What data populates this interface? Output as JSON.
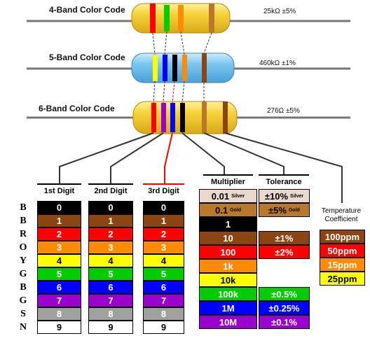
{
  "diagram": {
    "bands": [
      {
        "title": "4-Band Color Code",
        "value": "25kΩ  ±5%"
      },
      {
        "title": "5-Band Color Code",
        "value": "460kΩ  ±1%"
      },
      {
        "title": "6-Band Color Code",
        "value": "276Ω  ±5%"
      }
    ]
  },
  "letters": [
    "B",
    "B",
    "R",
    "O",
    "Y",
    "G",
    "B",
    "G",
    "S",
    "N"
  ],
  "colors": {
    "black": "#000000",
    "brown": "#8b4513",
    "red": "#ff0000",
    "orange": "#ff8c00",
    "yellow": "#ffff00",
    "green": "#00cc00",
    "blue": "#0000ff",
    "violet": "#9900cc",
    "grey": "#a0a0a0",
    "white": "#ffffff",
    "silver": "#e8d8d0",
    "gold": "#b87a2a"
  },
  "digit_columns": [
    {
      "header": "1st Digit"
    },
    {
      "header": "2nd Digit"
    },
    {
      "header": "3rd Digit"
    }
  ],
  "digits": [
    {
      "label": "0",
      "color": "#000000",
      "text_color": "#ffffff"
    },
    {
      "label": "1",
      "color": "#8b4513",
      "text_color": "#ffffff"
    },
    {
      "label": "2",
      "color": "#ff0000",
      "text_color": "#ffffff"
    },
    {
      "label": "3",
      "color": "#ff8c00",
      "text_color": "#ffffff"
    },
    {
      "label": "4",
      "color": "#ffff00",
      "text_color": "#000000"
    },
    {
      "label": "5",
      "color": "#00cc00",
      "text_color": "#ffffff"
    },
    {
      "label": "6",
      "color": "#0000ff",
      "text_color": "#ffffff"
    },
    {
      "label": "7",
      "color": "#9900cc",
      "text_color": "#ffffff"
    },
    {
      "label": "8",
      "color": "#a0a0a0",
      "text_color": "#ffffff"
    },
    {
      "label": "9",
      "color": "#ffffff",
      "text_color": "#000000"
    }
  ],
  "multiplier": {
    "header": "Multiplier",
    "items": [
      {
        "label": "0.01",
        "note": "Silver",
        "color": "#e8d8d0",
        "text_color": "#000000"
      },
      {
        "label": "0.1",
        "note": "Gold",
        "color": "#b87a2a",
        "text_color": "#000000"
      },
      {
        "label": "1",
        "color": "#000000",
        "text_color": "#ffffff"
      },
      {
        "label": "10",
        "color": "#8b4513",
        "text_color": "#ffffff"
      },
      {
        "label": "100",
        "color": "#ff0000",
        "text_color": "#ffffff"
      },
      {
        "label": "1k",
        "color": "#ff8c00",
        "text_color": "#ffffff"
      },
      {
        "label": "10k",
        "color": "#ffff00",
        "text_color": "#000000"
      },
      {
        "label": "100k",
        "color": "#00cc00",
        "text_color": "#ffffff"
      },
      {
        "label": "1M",
        "color": "#0000ff",
        "text_color": "#ffffff"
      },
      {
        "label": "10M",
        "color": "#9900cc",
        "text_color": "#ffffff"
      }
    ]
  },
  "tolerance": {
    "header": "Tolerance",
    "items": [
      {
        "label": "±10%",
        "note": "Silver",
        "color": "#e8d8d0",
        "text_color": "#000000",
        "row": 0
      },
      {
        "label": "±5%",
        "note": "Gold",
        "color": "#b87a2a",
        "text_color": "#000000",
        "row": 1
      },
      {
        "label": "±1%",
        "color": "#8b4513",
        "text_color": "#ffffff",
        "row": 3
      },
      {
        "label": "±2%",
        "color": "#ff0000",
        "text_color": "#ffffff",
        "row": 4
      },
      {
        "label": "±0.5%",
        "color": "#00cc00",
        "text_color": "#ffffff",
        "row": 7
      },
      {
        "label": "±0.25%",
        "color": "#0000ff",
        "text_color": "#ffffff",
        "row": 8
      },
      {
        "label": "±0.1%",
        "color": "#9900cc",
        "text_color": "#ffffff",
        "row": 9
      }
    ]
  },
  "temperature": {
    "header_line1": "Temperature",
    "header_line2": "Coefficient",
    "items": [
      {
        "label": "100ppm",
        "color": "#8b4513",
        "text_color": "#ffffff"
      },
      {
        "label": "50ppm",
        "color": "#ff0000",
        "text_color": "#ffffff"
      },
      {
        "label": "15ppm",
        "color": "#ff8c00",
        "text_color": "#ffffff"
      },
      {
        "label": "25ppm",
        "color": "#ffff00",
        "text_color": "#000000"
      }
    ]
  }
}
